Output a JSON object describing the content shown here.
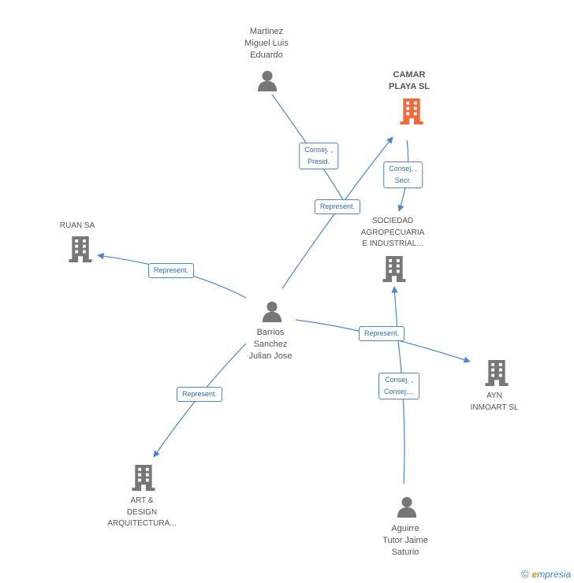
{
  "nodes": {
    "martinez": {
      "lines": [
        "Martinez",
        "Miguel Luis",
        "Eduardo"
      ],
      "type": "person"
    },
    "camar": {
      "lines": [
        "CAMAR",
        "PLAYA SL"
      ],
      "type": "company-main"
    },
    "sociedad": {
      "lines": [
        "SOCIEDAD",
        "AGROPECUARIA",
        "E INDUSTRIAL..."
      ],
      "type": "company"
    },
    "ruan": {
      "lines": [
        "RUAN SA"
      ],
      "type": "company"
    },
    "barrios": {
      "lines": [
        "Barrios",
        "Sanchez",
        "Julian Jose"
      ],
      "type": "person"
    },
    "ayn": {
      "lines": [
        "AYN",
        "INMOART SL"
      ],
      "type": "company"
    },
    "art": {
      "lines": [
        "ART &",
        "DESIGN",
        "ARQUITECTURA..."
      ],
      "type": "company"
    },
    "aguirre": {
      "lines": [
        "Aguirre",
        "Tutor Jaime",
        "Saturio"
      ],
      "type": "person"
    }
  },
  "edges": {
    "martinez_sociedad": {
      "lines": [
        "Consej. ,",
        "Presid."
      ]
    },
    "camar_sociedad": {
      "lines": [
        "Consej. ,",
        "Secr."
      ]
    },
    "barrios_camar": {
      "lines": [
        "Represent."
      ]
    },
    "barrios_ruan": {
      "lines": [
        "Represent."
      ]
    },
    "barrios_sociedad": {
      "lines": [
        "Represent."
      ]
    },
    "aguirre_sociedad": {
      "lines": [
        "Consej. ,",
        "Consej...."
      ]
    },
    "barrios_art": {
      "lines": [
        "Represent."
      ]
    }
  },
  "footer": {
    "copyright": "©",
    "brand_initial": "e",
    "brand_rest": "mpresia"
  },
  "colors": {
    "edge": "#4a86d4",
    "icon": "#777777",
    "main_company": "#f06a3c"
  }
}
